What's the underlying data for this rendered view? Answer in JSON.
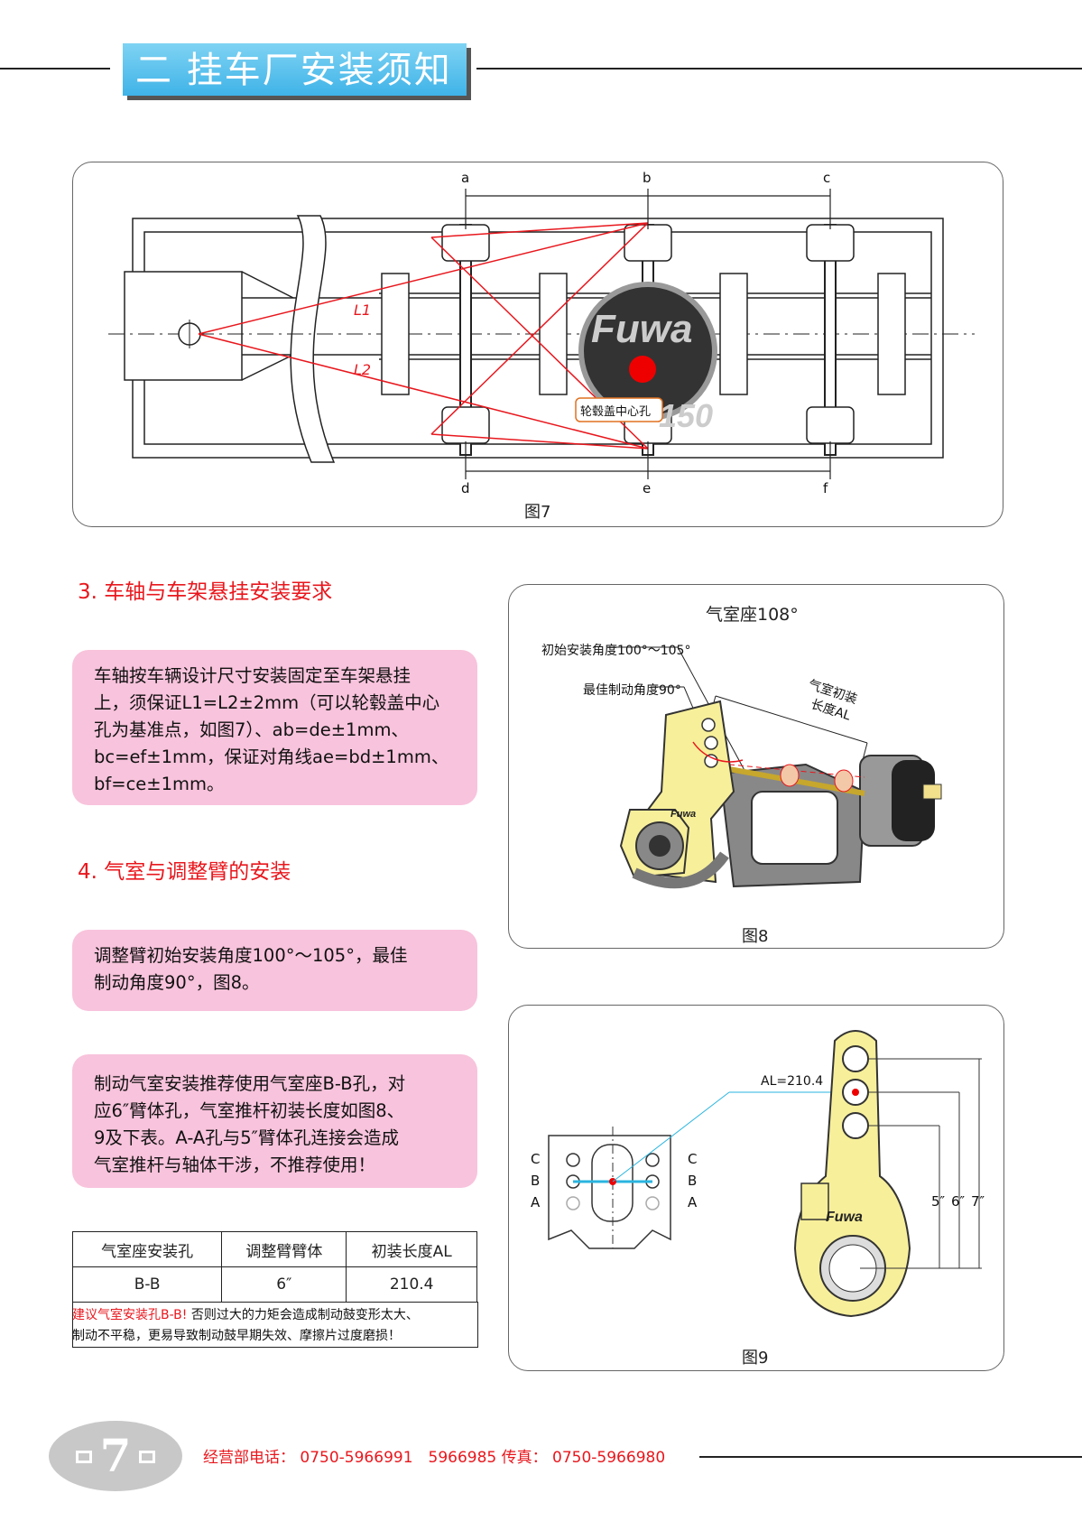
{
  "header": {
    "title": "二 挂车厂安装须知"
  },
  "fig7": {
    "caption": "图7",
    "top_labels": [
      "a",
      "b",
      "c"
    ],
    "bottom_labels": [
      "d",
      "e",
      "f"
    ],
    "l1": "L1",
    "l2": "L2",
    "hub_label": "轮毂盖中心孔",
    "hub_brand": "Fuwa",
    "hub_model": "150"
  },
  "section3": {
    "title": "3. 车轴与车架悬挂安装要求",
    "lines": [
      "车轴按车辆设计尺寸安装固定至车架悬挂",
      "上，须保证L1=L2±2mm（可以轮毂盖中心",
      "孔为基准点，如图7）、ab=de±1mm、",
      "bc=ef±1mm，保证对角线ae=bd±1mm、",
      "bf=ce±1mm。"
    ]
  },
  "section4": {
    "title": "4. 气室与调整臂的安装",
    "box1_lines": [
      "调整臂初始安装角度100°～105°，最佳",
      "制动角度90°，图8。"
    ],
    "box2_lines": [
      "制动气室安装推荐使用气室座B-B孔，对",
      "应6″臂体孔，气室推杆初装长度如图8、",
      "9及下表。A-A孔与5″臂体孔连接会造成",
      "气室推杆与轴体干涉，不推荐使用！"
    ]
  },
  "fig8": {
    "caption": "图8",
    "title": "气室座108°",
    "label_initial": "初始安装角度100°～105°",
    "label_best": "最佳制动角度90°",
    "label_length_1": "气室初装",
    "label_length_2": "长度AL",
    "brand": "Fuwa"
  },
  "fig9": {
    "caption": "图9",
    "al_label": "AL=210.4",
    "left_letters": [
      "C",
      "B",
      "A"
    ],
    "right_letters": [
      "C",
      "B",
      "A"
    ],
    "dims": [
      "5″",
      "6″",
      "7″"
    ],
    "brand": "Fuwa"
  },
  "table": {
    "headers": [
      "气室座安装孔",
      "调整臂臂体",
      "初装长度AL"
    ],
    "row": [
      "B-B",
      "6″",
      "210.4"
    ]
  },
  "note": {
    "red": "建议气室安装孔B-B!",
    "text1": " 否则过大的力矩会造成制动鼓变形太大、",
    "text2": "制动不平稳，更易导致制动鼓早期失效、摩擦片过度磨损！"
  },
  "footer": {
    "page": "7",
    "contact": "经营部电话： 0750-5966991　5966985 传真： 0750-5966980"
  }
}
